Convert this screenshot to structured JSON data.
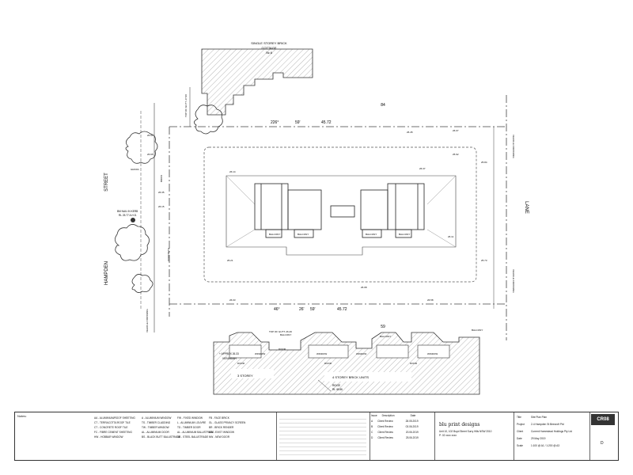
{
  "site": {
    "street_west": "HAMPDEN",
    "street_west_suffix": "STREET",
    "lane_east": "LANE",
    "lot_number_north": "84",
    "lot_number_south": "59",
    "cottage_label_1": "SINGLE STOREY BRICK",
    "cottage_label_2": "COTTAGE",
    "cottage_label_3": "№ 8",
    "top_of_gutter_north": "TOP OF GUTT. 27.00",
    "top_of_gutter_south": "TOP OF GUTT. 26.46",
    "dim_top": [
      "226°",
      "59'",
      "45.72"
    ],
    "dim_bottom": [
      "46°",
      "26'",
      "59'",
      "45.72"
    ],
    "bm_label": "BM NAIL IN KERB",
    "bm_value": "RL 25.77 A.H.D.",
    "approx_label": "+ APPROX 26.33",
    "verandah_label": "VERANDAH",
    "three_storey": "3 STOREY",
    "four_storey": "4 STOREY BRICK UNITS",
    "ridge_label": "RIDGE",
    "ridge_value": "RL 45.86",
    "balcony": "BALCONY",
    "window": "WINDOW",
    "door": "DOOR",
    "concrete": "CONCRETE",
    "brick": "BRICK",
    "grass": "GRASS",
    "kerb": "KERB",
    "vehicle_crossing": "VEHICLE CROSSING",
    "spot_levels": [
      "26.91",
      "26.65",
      "26.35",
      "26.15",
      "26.07",
      "25.92",
      "25.84",
      "25.73",
      "26.14",
      "26.37",
      "26.21",
      "26.08",
      "26.03",
      "26.58",
      "26.45",
      "26.11"
    ]
  },
  "legend": {
    "notes_label": "Notes:",
    "items_col1": [
      "AA - ALUMINIUM/ROOF SHEETING",
      "CT - TERRACOTTA ROOF TILE",
      "CT - CONCRETE ROOF TILE",
      "FC - FIBRE CEMENT SHEETING",
      "HW - HOBBAR WINDOW"
    ],
    "items_col2": [
      "A - ALUMINIUM WINDOW",
      "TS - TIMBER CLADDING",
      "TW - TIMBER WINDOW",
      "AL - ALUMINIUM DOOR",
      "BS - BLACK BUTT BALUSTRADE"
    ],
    "items_col3": [
      "FW - FIXED WINDOW",
      "L - ALUMINIUM LOUVRE",
      "TD - TIMBER DOOR",
      "AL - ALUMINIUM BALUSTRADE",
      "SB - STEEL BALUSTRADE"
    ],
    "items_col4": [
      "FB - FACE BRICK",
      "GL - GLASS PRIVACY SCREEN",
      "BR - BRICK RENDER",
      "EW - EXIST WINDOW",
      "NW - NEW DOOR"
    ]
  },
  "revisions": {
    "header": [
      "Issue",
      "Description",
      "Date"
    ],
    "rows": [
      [
        "A",
        "Client Review",
        "28.05.2019"
      ],
      [
        "B",
        "Client Review",
        "03.06.2019"
      ],
      [
        "C",
        "Client Review",
        "20.06.2019"
      ],
      [
        "D",
        "Client Review",
        "25.06.2019"
      ]
    ]
  },
  "firm": {
    "name": "blu print designs",
    "address": "Unit 10, 102 Boyd Street Surry Hills NSW 2010",
    "contact": "P: 02 xxxx xxxx"
  },
  "title_block": {
    "labels": [
      "Title",
      "Project",
      "Client",
      "Date",
      "Scale"
    ],
    "values": [
      "Site Plan Plan",
      "2-4 Hampden St Beecroft Ptd",
      "Current Homestead Holdings Pty Ltd",
      "29 May 2019",
      "1:100 @ A1 / 1:200 @ A3"
    ],
    "drawing_no": "CR08",
    "revision": "D"
  }
}
